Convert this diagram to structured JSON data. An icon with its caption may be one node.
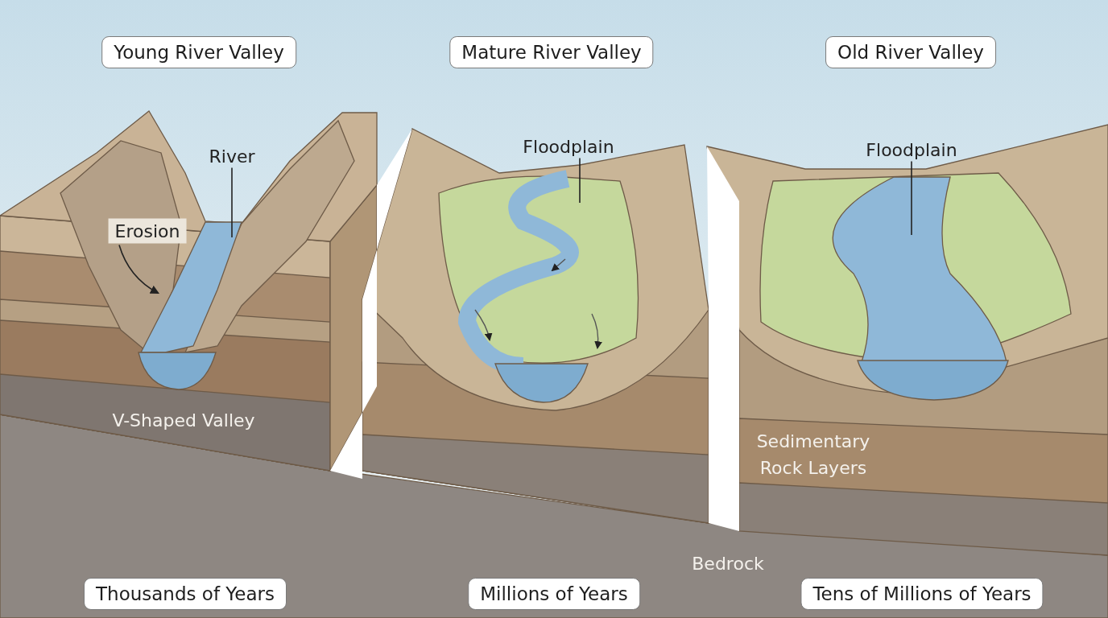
{
  "diagram": {
    "nodes": [
      {
        "text": [
          "Young River Valley"
        ]
      },
      {
        "text": [
          "Mature River Valley"
        ]
      },
      {
        "text": [
          "Old River Valley"
        ]
      },
      {
        "text": [
          "River"
        ]
      },
      {
        "text": [
          "Erosion"
        ]
      },
      {
        "text": [
          "Floodplain"
        ]
      },
      {
        "text": [
          "Floodplain"
        ]
      },
      {
        "text": [
          "Thousands of Years"
        ]
      },
      {
        "text": [
          "Millions of Years"
        ]
      },
      {
        "text": [
          "Tens of Millions of Years"
        ]
      }
    ],
    "edges": [
      {
        "from": 3,
        "to": null,
        "arrow": "none"
      },
      {
        "from": 4,
        "to": null,
        "arrow": "to"
      },
      {
        "from": 5,
        "to": null,
        "arrow": "none"
      },
      {
        "from": 6,
        "to": null,
        "arrow": "none"
      }
    ],
    "labels": [
      "V-Shaped Valley",
      "Sedimentary Rock Layers",
      "Bedrock"
    ]
  }
}
